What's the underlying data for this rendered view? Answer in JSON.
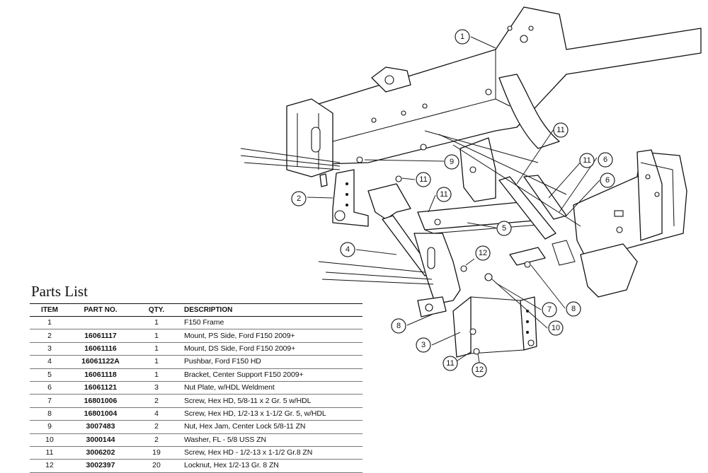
{
  "parts_list": {
    "title": "Parts List",
    "headers": {
      "item": "ITEM",
      "part_no": "PART NO.",
      "qty": "QTY.",
      "description": "DESCRIPTION"
    },
    "rows": [
      {
        "item": "1",
        "part_no": "",
        "qty": "1",
        "description": "F150 Frame"
      },
      {
        "item": "2",
        "part_no": "16061117",
        "qty": "1",
        "description": "Mount, PS Side, Ford F150 2009+"
      },
      {
        "item": "3",
        "part_no": "16061116",
        "qty": "1",
        "description": "Mount, DS Side, Ford F150 2009+"
      },
      {
        "item": "4",
        "part_no": "16061122A",
        "qty": "1",
        "description": "Pushbar, Ford F150 HD"
      },
      {
        "item": "5",
        "part_no": "16061118",
        "qty": "1",
        "description": "Bracket, Center Support F150 2009+"
      },
      {
        "item": "6",
        "part_no": "16061121",
        "qty": "3",
        "description": "Nut Plate, w/HDL Weldment"
      },
      {
        "item": "7",
        "part_no": "16801006",
        "qty": "2",
        "description": "Screw, Hex HD, 5/8-11 x 2 Gr. 5 w/HDL"
      },
      {
        "item": "8",
        "part_no": "16801004",
        "qty": "4",
        "description": "Screw, Hex HD, 1/2-13 x 1-1/2 Gr. 5, w/HDL"
      },
      {
        "item": "9",
        "part_no": "3007483",
        "qty": "2",
        "description": "Nut, Hex Jam, Center Lock 5/8-11 ZN"
      },
      {
        "item": "10",
        "part_no": "3000144",
        "qty": "2",
        "description": "Washer, FL - 5/8 USS ZN"
      },
      {
        "item": "11",
        "part_no": "3006202",
        "qty": "19",
        "description": "Screw, Hex HD - 1/2-13 x 1-1/2 Gr.8 ZN"
      },
      {
        "item": "12",
        "part_no": "3002397",
        "qty": "20",
        "description": "Locknut, Hex 1/2-13 Gr. 8 ZN"
      }
    ]
  },
  "callouts": [
    "1",
    "2",
    "3",
    "4",
    "5",
    "6",
    "6",
    "7",
    "8",
    "8",
    "9",
    "10",
    "11",
    "11",
    "11",
    "11",
    "11",
    "12",
    "12"
  ]
}
